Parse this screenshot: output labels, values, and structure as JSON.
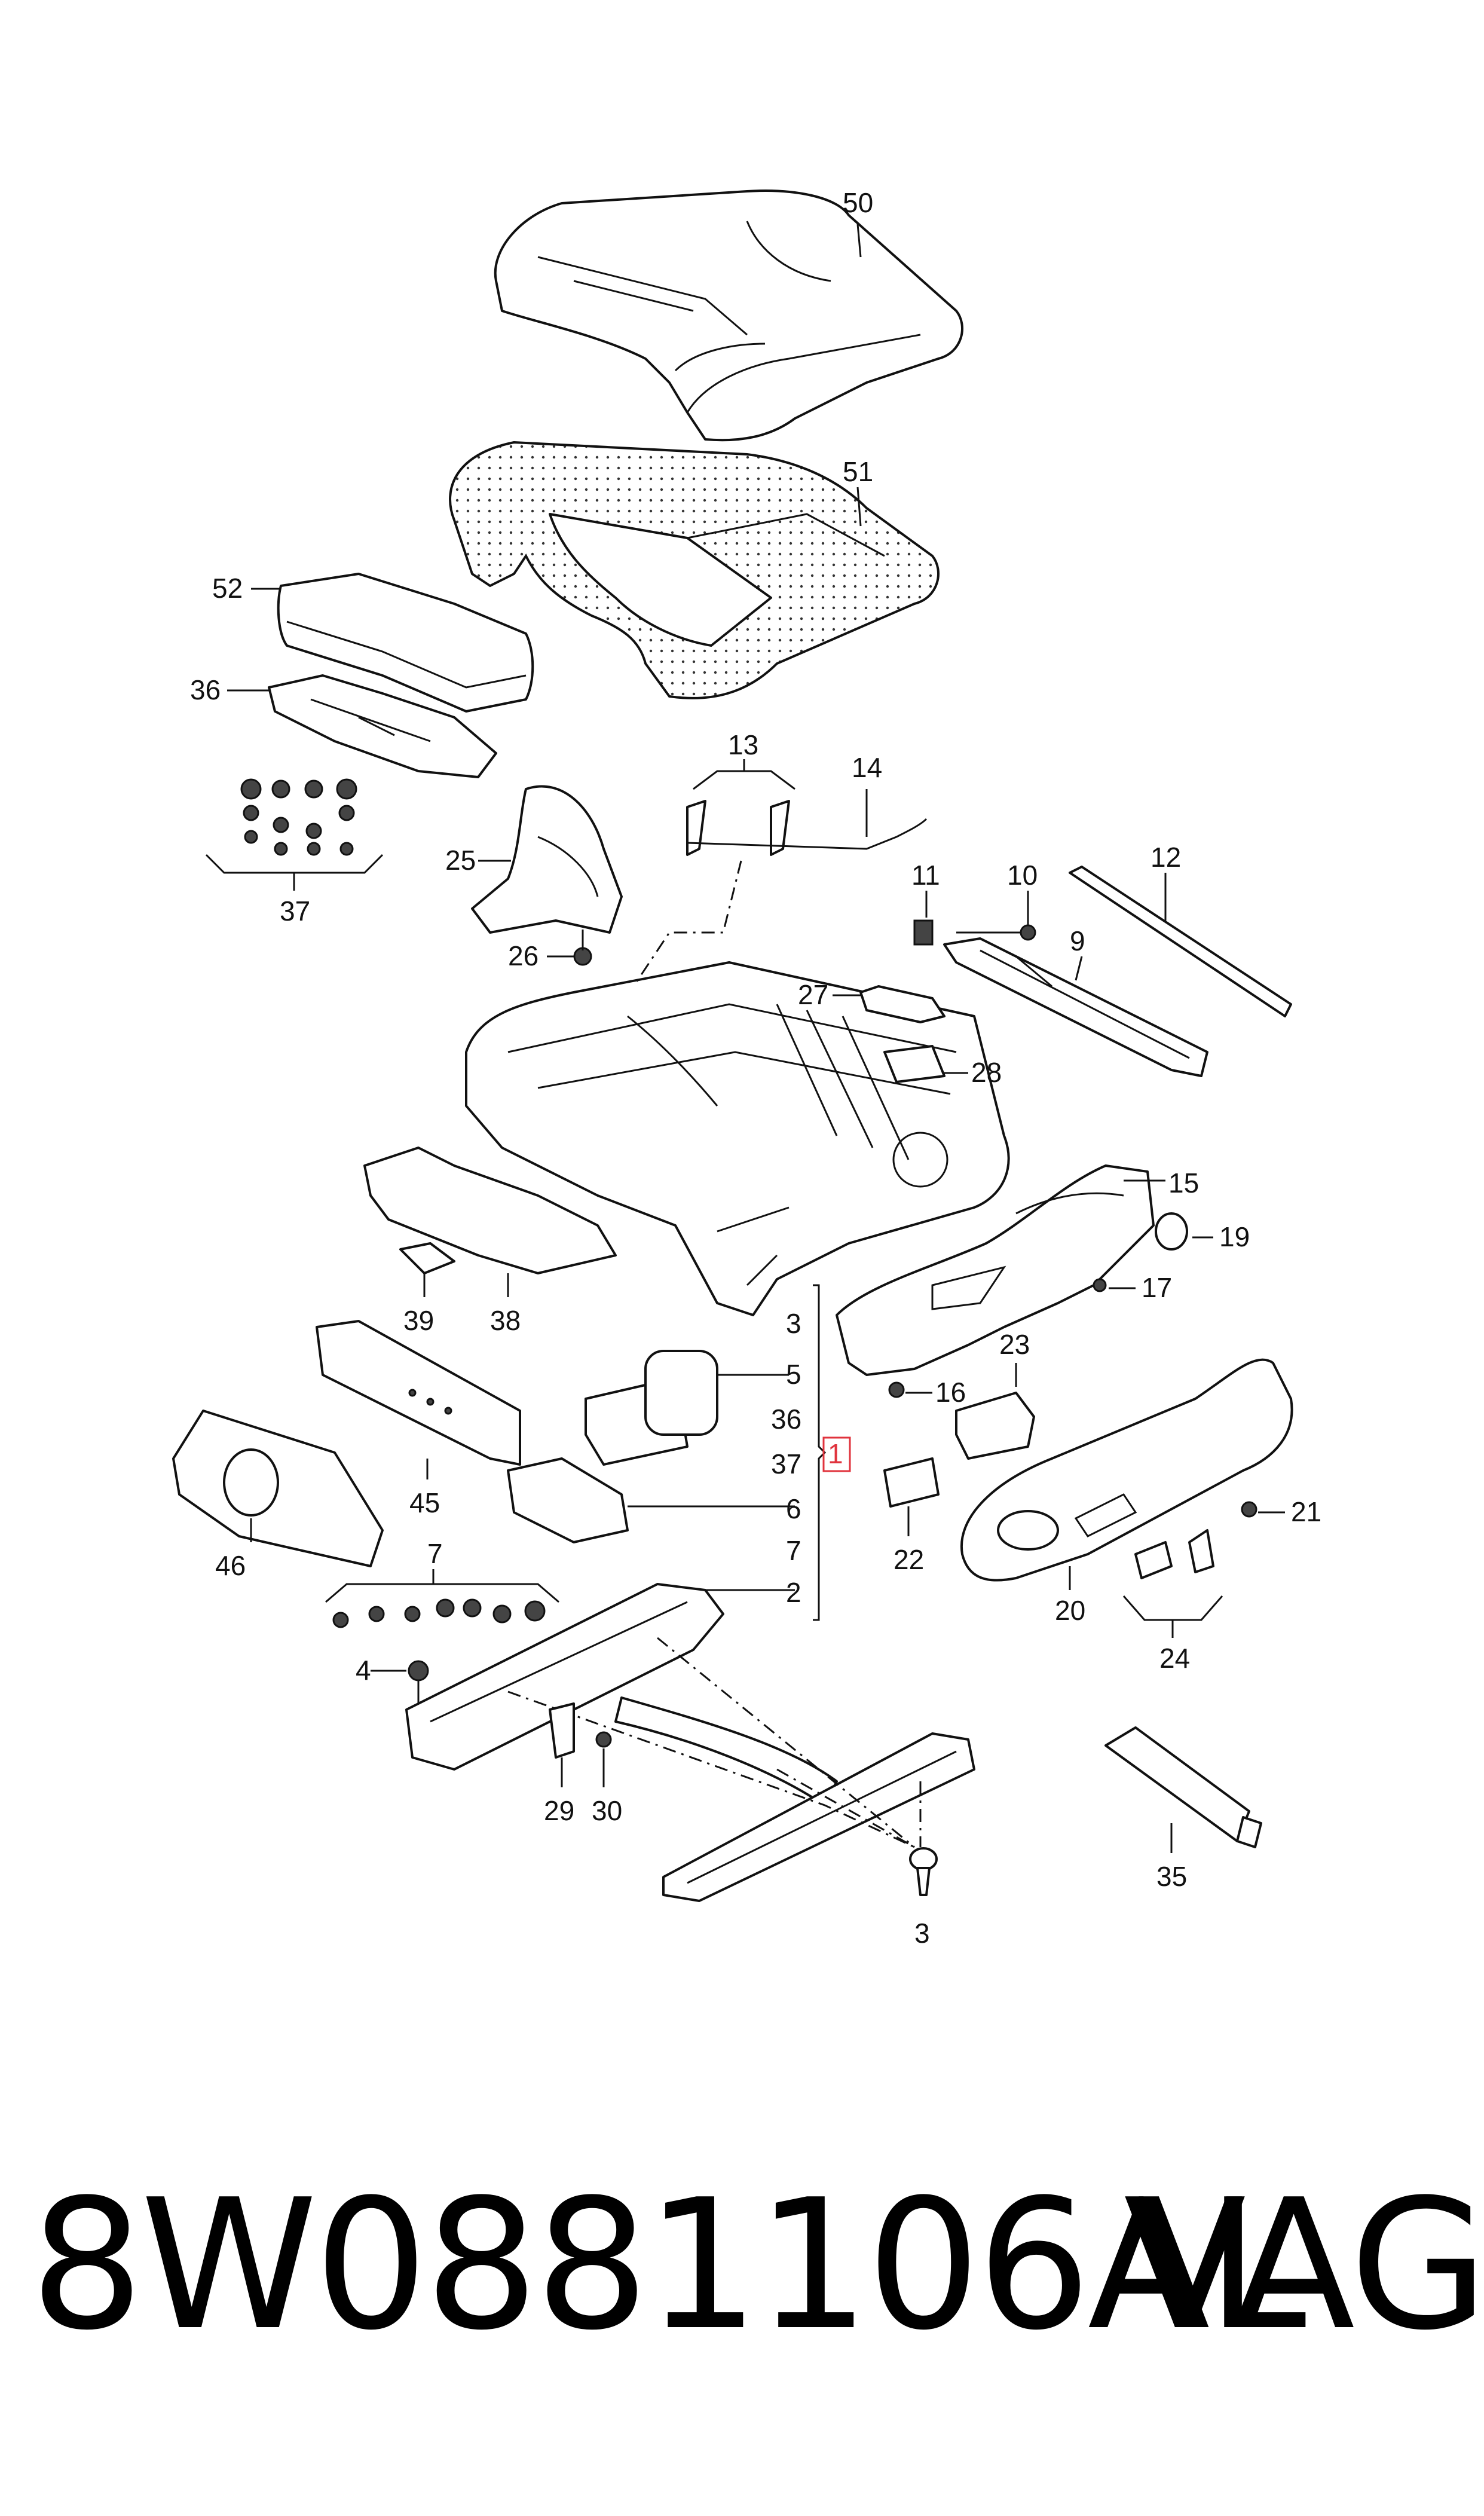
{
  "callouts": {
    "c50": "50",
    "c51": "51",
    "c52": "52",
    "c36a": "36",
    "c37a": "37",
    "c13": "13",
    "c14": "14",
    "c25": "25",
    "c26": "26",
    "c11": "11",
    "c10": "10",
    "c12": "12",
    "c9": "9",
    "c27": "27",
    "c28": "28",
    "c15": "15",
    "c19": "19",
    "c17": "17",
    "c39": "39",
    "c38": "38",
    "c3a": "3",
    "c5": "5",
    "c36b": "36",
    "c37b": "37",
    "c1": "1",
    "c6": "6",
    "c7a": "7",
    "c2": "2",
    "c16": "16",
    "c23": "23",
    "c22": "22",
    "c21": "21",
    "c20": "20",
    "c24": "24",
    "c45": "45",
    "c46": "46",
    "c7b": "7",
    "c4": "4",
    "c29": "29",
    "c30": "30",
    "c35": "35",
    "c3b": "3"
  },
  "footer": {
    "part_number": "8W0881106AL",
    "brand": "VAG"
  },
  "colors": {
    "line": "#111111",
    "highlight_box": "#e0333d",
    "background": "#ffffff"
  }
}
